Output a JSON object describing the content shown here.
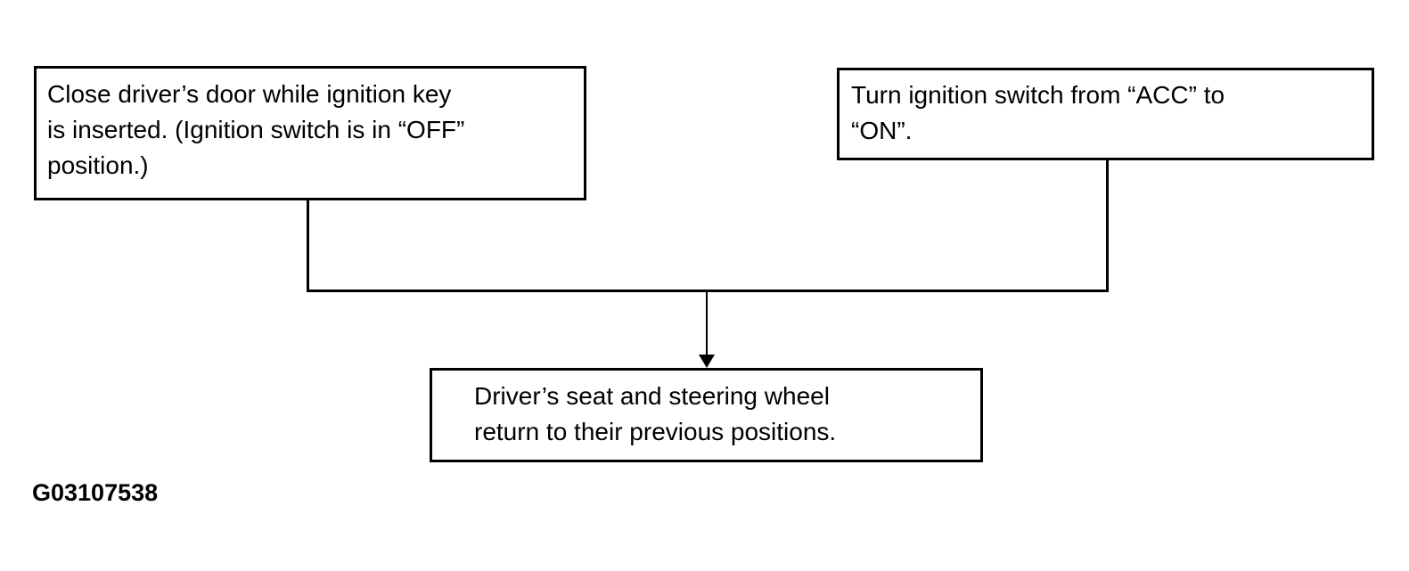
{
  "diagram": {
    "title": "seat-and-steering-return-flowchart",
    "nodes": [
      {
        "id": "close-door",
        "text": "Close driver’s door while ignition key\nis inserted. (Ignition switch is in “OFF”\nposition.)"
      },
      {
        "id": "turn-ignition",
        "text": "Turn ignition switch from “ACC” to\n“ON”."
      },
      {
        "id": "result",
        "text": "Driver’s seat and steering wheel\nreturn to their previous positions."
      }
    ],
    "caption": "G03107538",
    "colors": {
      "line": "#000000",
      "text": "#000000",
      "background": "#ffffff"
    }
  }
}
